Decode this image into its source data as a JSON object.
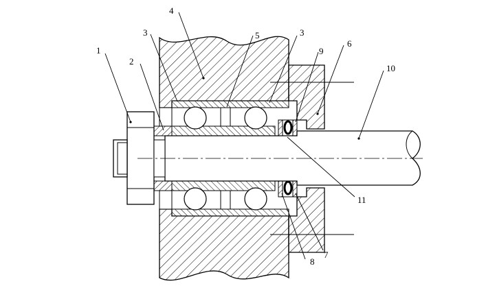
{
  "callouts": [
    {
      "id": "1",
      "text": "1"
    },
    {
      "id": "2",
      "text": "2"
    },
    {
      "id": "3a",
      "text": "3"
    },
    {
      "id": "4",
      "text": "4"
    },
    {
      "id": "5",
      "text": "5"
    },
    {
      "id": "3b",
      "text": "3"
    },
    {
      "id": "9",
      "text": "9"
    },
    {
      "id": "6",
      "text": "6"
    },
    {
      "id": "10",
      "text": "10"
    },
    {
      "id": "11",
      "text": "11"
    },
    {
      "id": "7",
      "text": "7"
    },
    {
      "id": "8",
      "text": "8"
    }
  ]
}
